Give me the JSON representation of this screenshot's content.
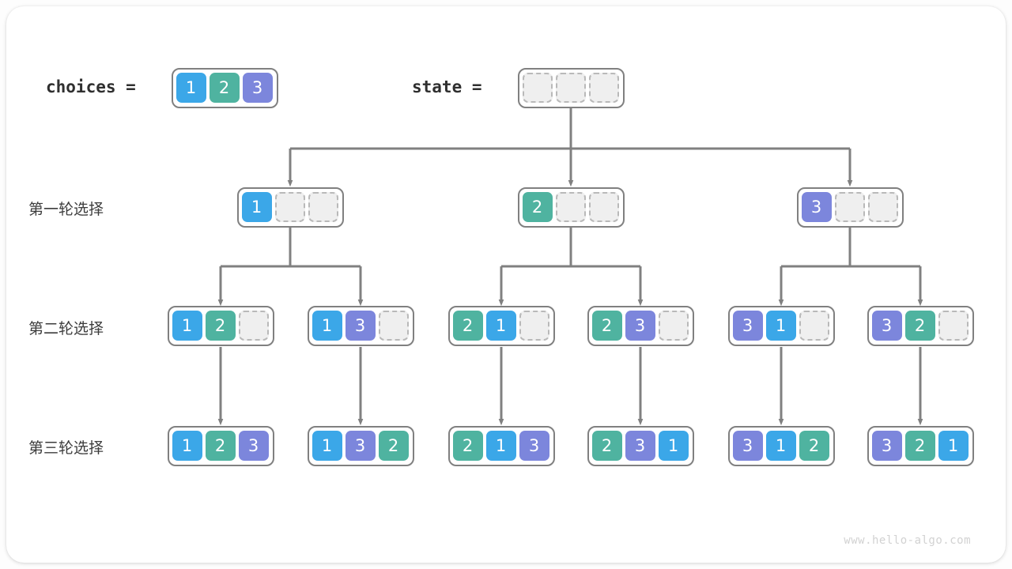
{
  "diagram": {
    "title_labels": {
      "choices": "choices =",
      "state": "state ="
    },
    "row_labels": [
      "第一轮选择",
      "第二轮选择",
      "第三轮选择"
    ],
    "watermark": "www.hello-algo.com",
    "colors": {
      "value_1": "#3ba7e8",
      "value_2": "#4fb3a0",
      "value_3": "#7c86dc",
      "empty_fill": "#efefef",
      "empty_border": "#b9b9b9",
      "box_border": "#808080",
      "connector": "#808080",
      "card_background": "#ffffff",
      "label_text": "#3c3c3c"
    },
    "choices_array": [
      "1",
      "2",
      "3"
    ],
    "state_array": [
      "",
      "",
      ""
    ],
    "round1": [
      {
        "cells": [
          "1",
          "",
          ""
        ]
      },
      {
        "cells": [
          "2",
          "",
          ""
        ]
      },
      {
        "cells": [
          "3",
          "",
          ""
        ]
      }
    ],
    "round2": [
      {
        "cells": [
          "1",
          "2",
          ""
        ]
      },
      {
        "cells": [
          "1",
          "3",
          ""
        ]
      },
      {
        "cells": [
          "2",
          "1",
          ""
        ]
      },
      {
        "cells": [
          "2",
          "3",
          ""
        ]
      },
      {
        "cells": [
          "3",
          "1",
          ""
        ]
      },
      {
        "cells": [
          "3",
          "2",
          ""
        ]
      }
    ],
    "round3": [
      {
        "cells": [
          "1",
          "2",
          "3"
        ]
      },
      {
        "cells": [
          "1",
          "3",
          "2"
        ]
      },
      {
        "cells": [
          "2",
          "1",
          "3"
        ]
      },
      {
        "cells": [
          "2",
          "3",
          "1"
        ]
      },
      {
        "cells": [
          "3",
          "1",
          "2"
        ]
      },
      {
        "cells": [
          "3",
          "2",
          "1"
        ]
      }
    ]
  }
}
